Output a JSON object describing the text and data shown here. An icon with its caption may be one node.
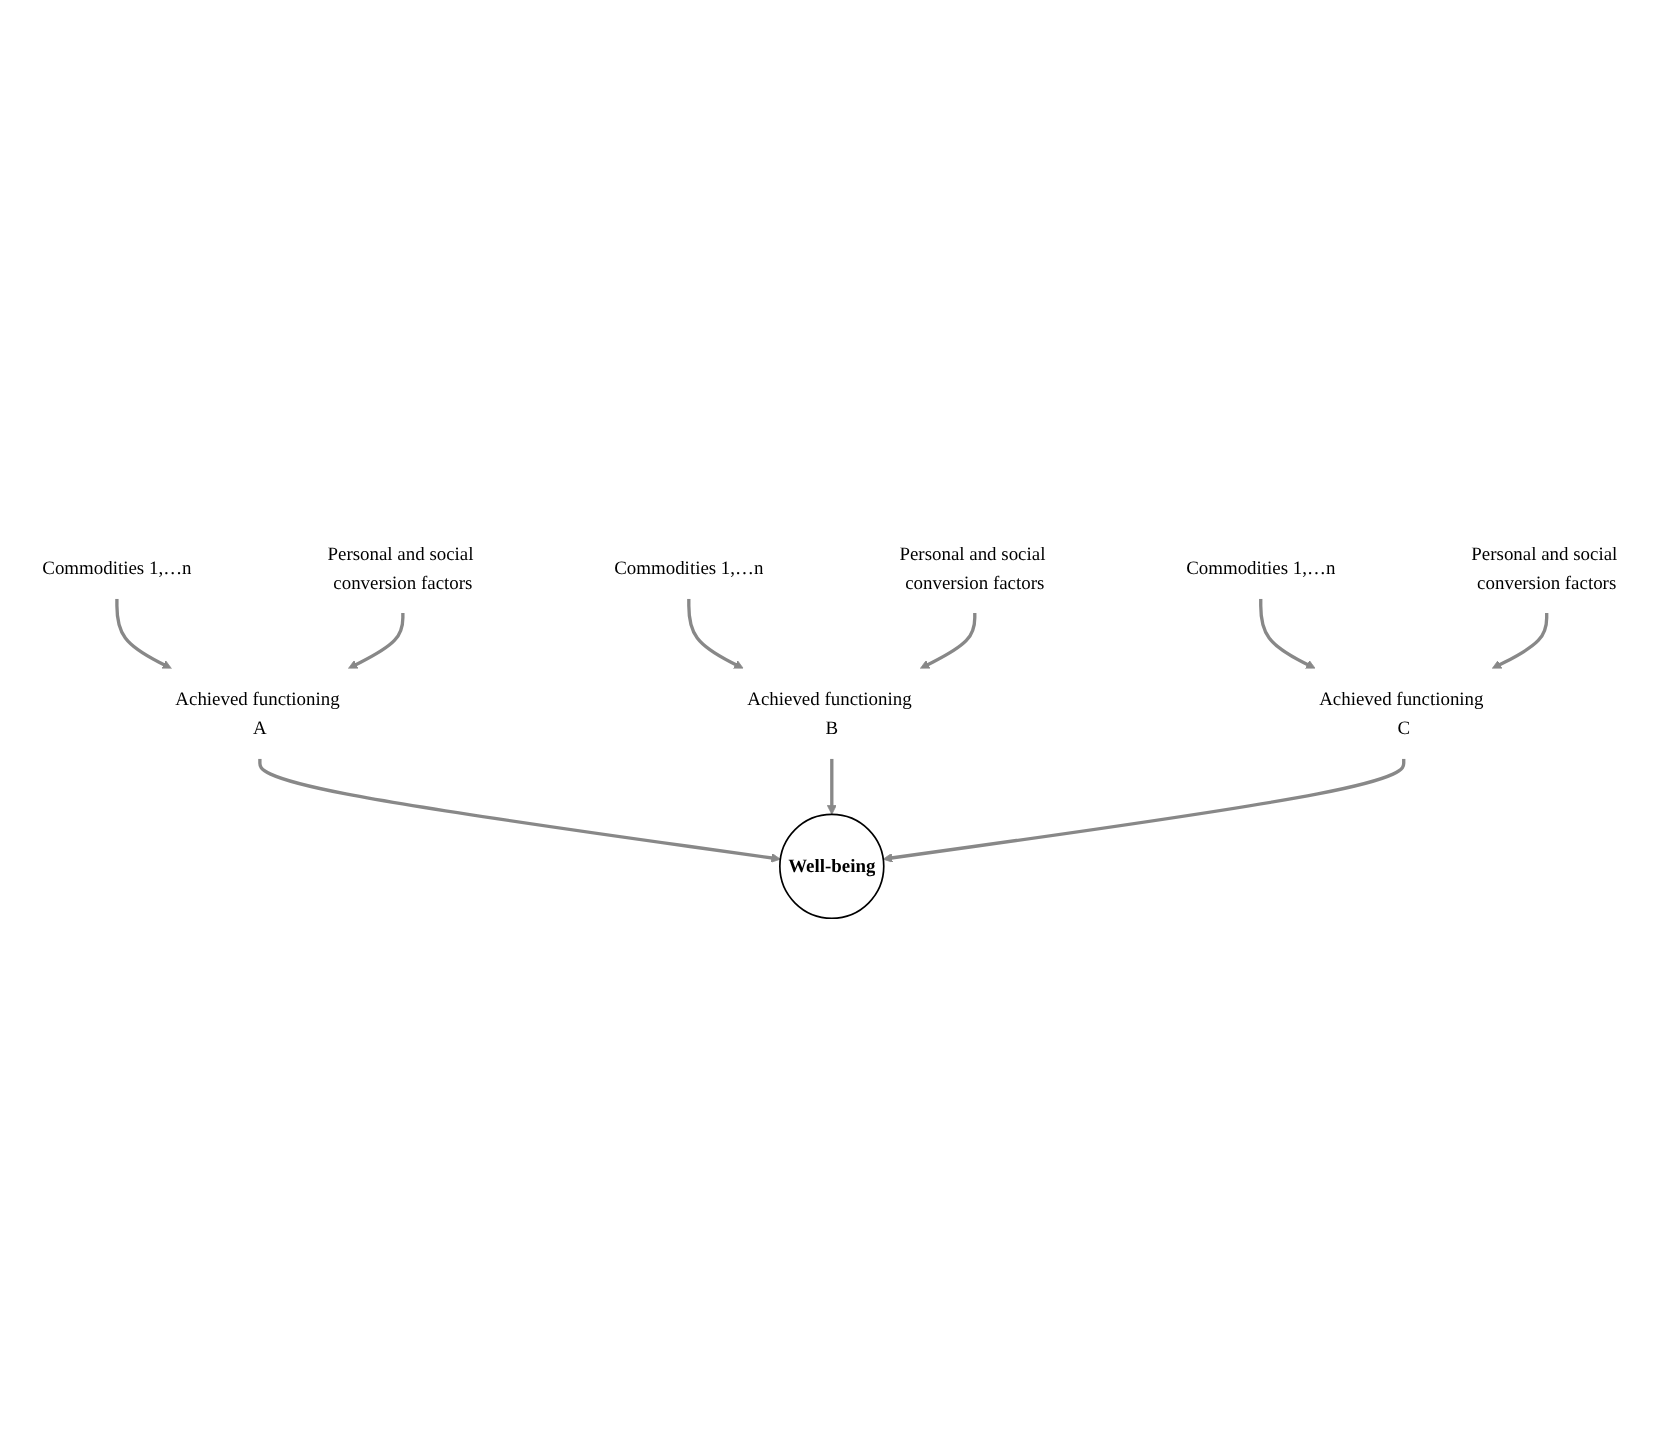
{
  "diagram": {
    "nodes": [
      {
        "text": [
          "Commodities 1,…n"
        ]
      },
      {
        "text": [
          "Personal and social conversion factors"
        ]
      },
      {
        "text": [
          "Achieved functioning A"
        ]
      },
      {
        "text": [
          "Well-being"
        ]
      },
      {
        "text": [
          "Commodities 1,…n"
        ]
      },
      {
        "text": [
          "Personal and social conversion factors"
        ]
      },
      {
        "text": [
          "Achieved functioning B"
        ]
      },
      {
        "text": [
          "Commodities 1,…n"
        ]
      },
      {
        "text": [
          "Personal and social conversion factors"
        ]
      },
      {
        "text": [
          "Achieved functioning C"
        ]
      }
    ],
    "edges": [
      {
        "from": 0,
        "to": 2,
        "arrow": "to"
      },
      {
        "from": 1,
        "to": 2,
        "arrow": "to"
      },
      {
        "from": 2,
        "to": 3,
        "arrow": "to"
      },
      {
        "from": 4,
        "to": 6,
        "arrow": "to"
      },
      {
        "from": 5,
        "to": 6,
        "arrow": "to"
      },
      {
        "from": 6,
        "to": 3,
        "arrow": "to"
      },
      {
        "from": 7,
        "to": 9,
        "arrow": "to"
      },
      {
        "from": 8,
        "to": 9,
        "arrow": "to"
      },
      {
        "from": 9,
        "to": 3,
        "arrow": "to"
      }
    ]
  }
}
